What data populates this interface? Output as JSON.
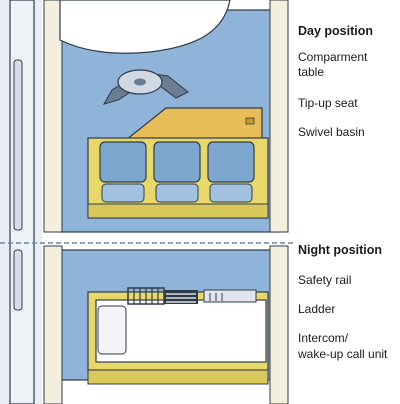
{
  "colors": {
    "floor": "#8fb3d9",
    "wall": "#f3eedd",
    "seat_frame": "#e8d86a",
    "seat": "#7ea7cf",
    "table": "#e6bd58",
    "divider": "#6a86a6",
    "outline": "#2f3b49",
    "sky": "#e9eef5"
  },
  "legend": {
    "day_title": "Day position",
    "compartment_table": "Comparment table",
    "tipup_seat": "Tip-up seat",
    "swivel_basin": "Swivel basin",
    "night_title": "Night position",
    "safety_rail": "Safety rail",
    "ladder": "Ladder",
    "intercom_line1": "Intercom/",
    "intercom_line2": "wake-up call unit"
  }
}
